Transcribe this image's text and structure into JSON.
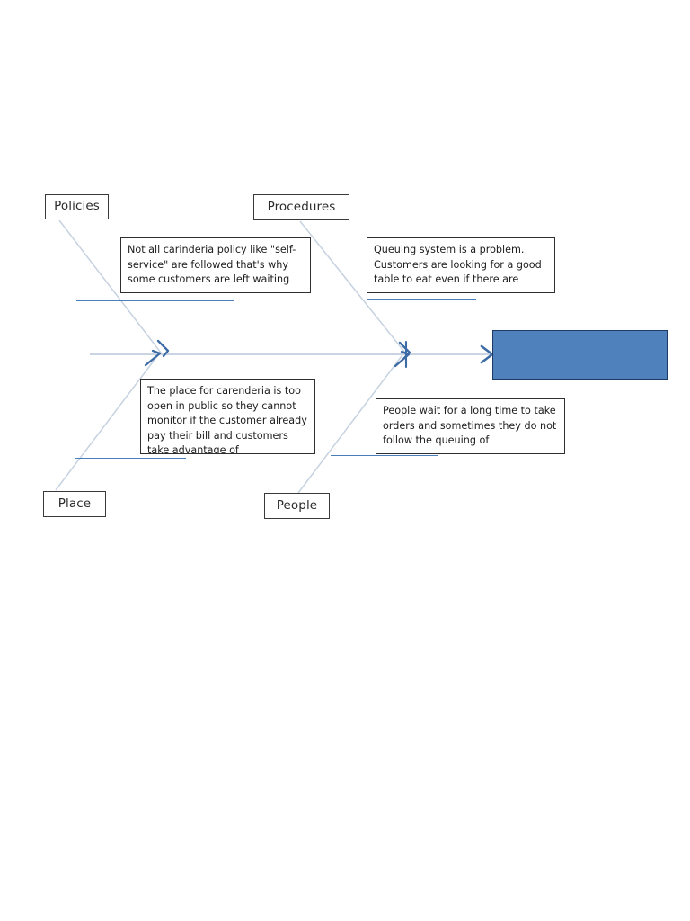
{
  "diagram": {
    "type": "fishbone-ishikawa",
    "title": "",
    "background_color": "#ffffff",
    "spine_color": "#b8c6d9",
    "bone_color": "#c6d2e0",
    "arrow_color": "#3d6ba5",
    "head_fill_color": "#4f81bd",
    "head_border_color": "#1f3864",
    "underline_color": "#4a7ebb",
    "box_border_color": "#2f2f2f"
  },
  "categories": {
    "policies": {
      "label": "Policies",
      "position": "top-left",
      "cause_text": "Not all carinderia policy like \"self-service\" are followed that's why some customers are left waiting"
    },
    "procedures": {
      "label": "Procedures",
      "position": "top-center",
      "cause_text": "Queuing system is a problem. Customers are looking for a good table to eat even  if there are"
    },
    "place": {
      "label": "Place",
      "position": "bottom-left",
      "cause_text": "The place for carenderia is too open in public so they cannot monitor if the customer already pay their bill and customers take advantage of"
    },
    "people": {
      "label": "People",
      "position": "bottom-center",
      "cause_text": "People wait for a long time to take orders and sometimes they do not follow the queuing of"
    }
  },
  "effect": {
    "label": "",
    "description": "empty effect box"
  }
}
